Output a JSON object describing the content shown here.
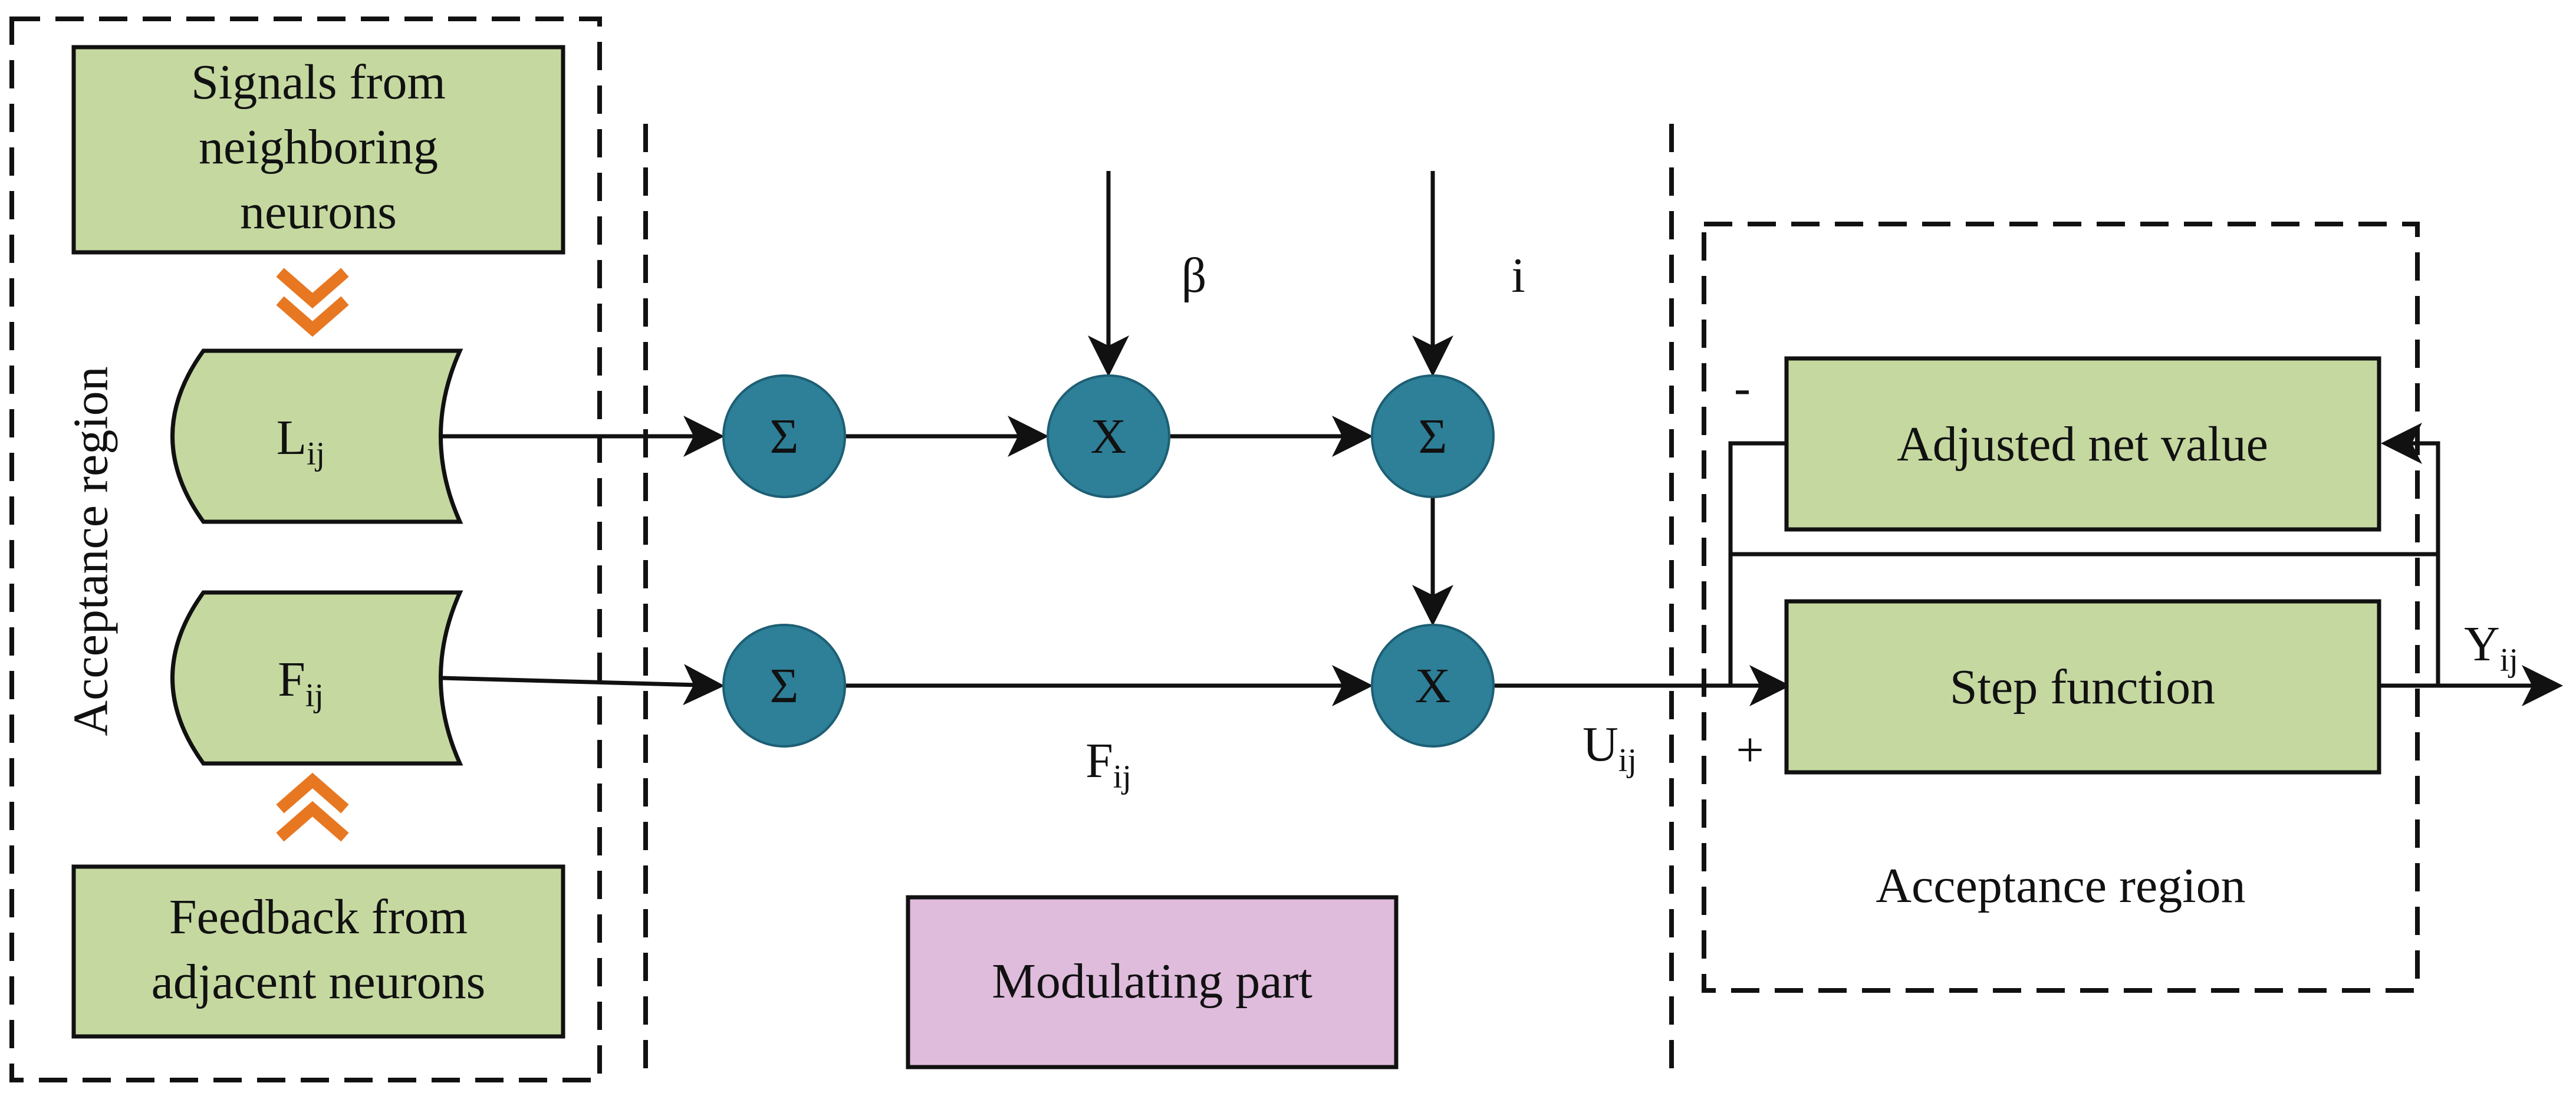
{
  "left_region": {
    "label": "Acceptance region",
    "signals_box": [
      "Signals from",
      "neighboring",
      "neurons"
    ],
    "feedback_box": [
      "Feedback from",
      "adjacent neurons"
    ],
    "linking_input": {
      "main": "L",
      "sub": "ij"
    },
    "feeding_input": {
      "main": "F",
      "sub": "ij"
    }
  },
  "modulating": {
    "label": "Modulating part",
    "sum_symbol": "Σ",
    "multiply_symbol": "X",
    "beta_label": "β",
    "i_label": "i",
    "feeding_label": {
      "main": "F",
      "sub": "ij"
    },
    "internal_activity_label": {
      "main": "U",
      "sub": "ij"
    }
  },
  "right_region": {
    "label": "Acceptance region",
    "adjusted_box": "Adjusted net value",
    "step_box": "Step function",
    "minus_sign": "-",
    "plus_sign": "+",
    "output_label": {
      "main": "Y",
      "sub": "ij"
    }
  },
  "colors": {
    "box_green": "#c5d8a0",
    "node_teal": "#2e7f98",
    "modulating_pink": "#dfbbdc",
    "chevron_orange": "#e87722",
    "stroke": "#111111"
  }
}
